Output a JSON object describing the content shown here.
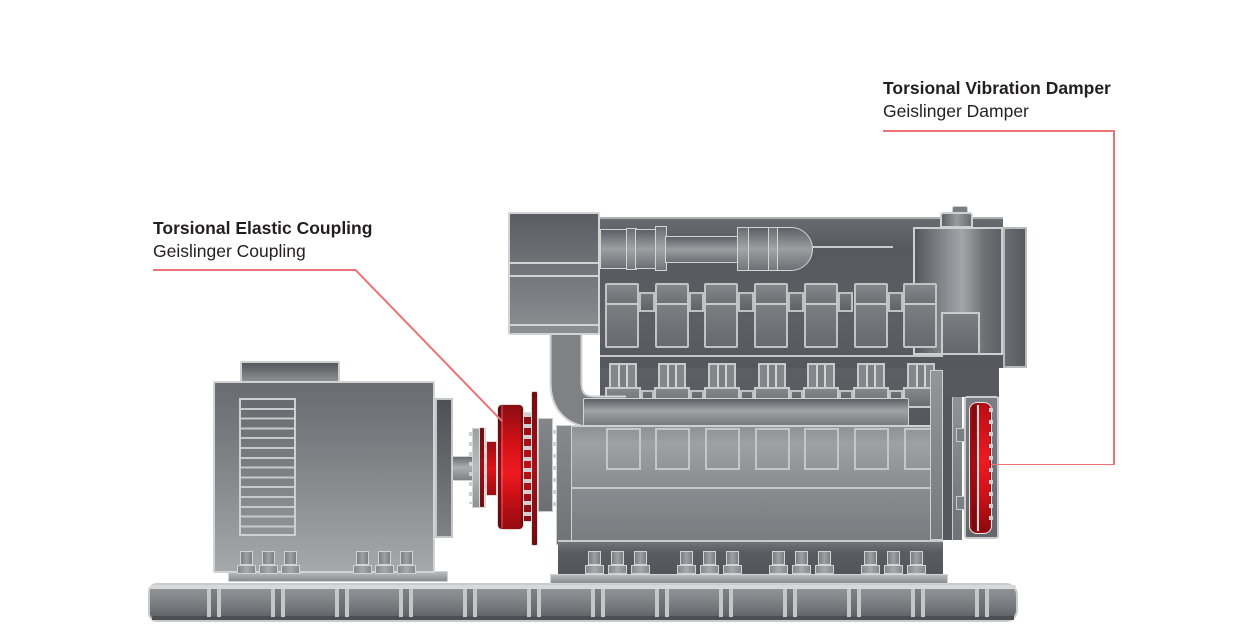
{
  "diagram": {
    "type": "marine-genset-side-elevation",
    "labels": {
      "damper": {
        "title": "Torsional Vibration Damper",
        "subtitle": "Geislinger Damper"
      },
      "coupling": {
        "title": "Torsional Elastic Coupling",
        "subtitle": "Geislinger Coupling"
      }
    },
    "colors": {
      "highlight_red": "#e30613",
      "leader_line": "#ec7276",
      "text": "#231f20",
      "machine_gray": "#7d8184",
      "outline_gray": "#d2d3d4",
      "background": "#ffffff"
    },
    "engine": {
      "cylinder_count": 7,
      "bolt_group_count": 4,
      "bolts_per_group": 3
    },
    "generator": {
      "bolt_group_count": 2,
      "bolts_per_group": 3
    },
    "base": {
      "rib_count": 13
    }
  }
}
